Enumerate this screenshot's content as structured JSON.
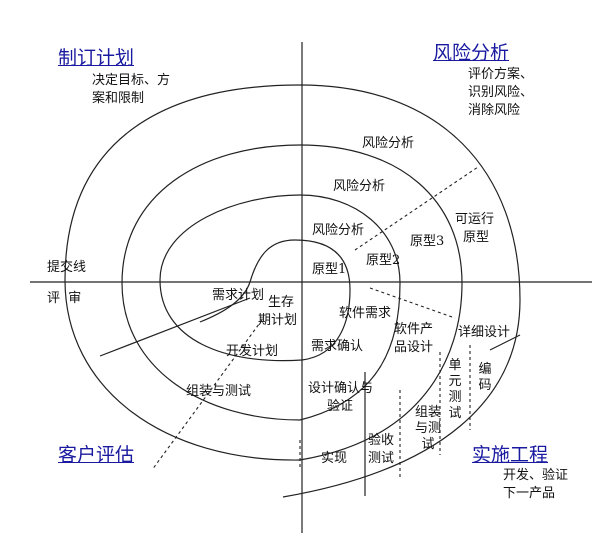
{
  "quadrants": {
    "planning": {
      "title": "制订计划",
      "note_1": "决定目标、方",
      "note_2": "案和限制"
    },
    "risk": {
      "title": "风险分析",
      "note_1": "评价方案、",
      "note_2": "识别风险、",
      "note_3": "消除风险"
    },
    "evaluation": {
      "title": "客户评估"
    },
    "engineering": {
      "title": "实施工程",
      "note_1": "开发、验证",
      "note_2": "下一产品"
    }
  },
  "axis_labels": {
    "commit_line": "提交线",
    "review": "评  审"
  },
  "risk_analysis": [
    "风险分析",
    "风险分析",
    "风险分析"
  ],
  "prototypes": {
    "p1": "原型1",
    "p2": "原型2",
    "p3": "原型3",
    "operational_1": "可运行",
    "operational_2": "原型"
  },
  "plans": {
    "requirements_plan": "需求计划",
    "lifecycle_plan_1": "生存",
    "lifecycle_plan_2": "期计划",
    "development_plan": "开发计划",
    "integration_test": "组装与测试"
  },
  "engineering_steps": {
    "software_requirements": "软件需求",
    "requirements_validation": "需求确认",
    "product_design_1": "软件产",
    "product_design_2": "品设计",
    "design_validation_1": "设计确认与",
    "design_validation_2": "验证",
    "detailed_design": "详细设计",
    "coding": "编码",
    "unit_test": "单元测试",
    "integration_test_v": "组装与测试",
    "acceptance_test_1": "验收",
    "acceptance_test_2": "测试",
    "implementation": "实现"
  },
  "colors": {
    "heading": "#1a1aa0",
    "line": "#222222"
  }
}
